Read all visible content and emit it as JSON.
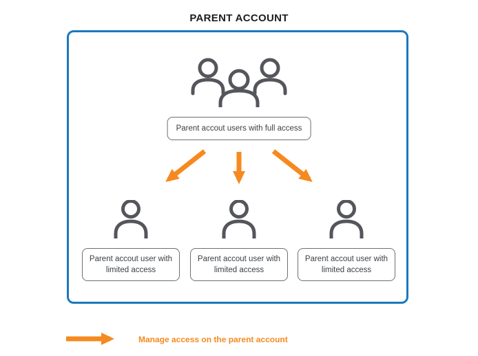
{
  "title": "PARENT ACCOUNT",
  "diagram": {
    "full_access_box": "Parent accout users with full access",
    "limited_boxes": [
      "Parent accout user with limited access",
      "Parent accout user with limited access",
      "Parent accout user with limited access"
    ]
  },
  "legend": {
    "text": "Manage access on the parent account"
  },
  "icons": {
    "top": "multi-user-icon",
    "bottom": "single-user-icon",
    "flow": "orange-arrow-icon"
  },
  "colors": {
    "frame_blue": "#1a78be",
    "arrow_orange": "#f6891f",
    "icon_gray": "#54565b",
    "box_border_gray": "#6d6e71",
    "title_text": "#1d1d1d"
  }
}
